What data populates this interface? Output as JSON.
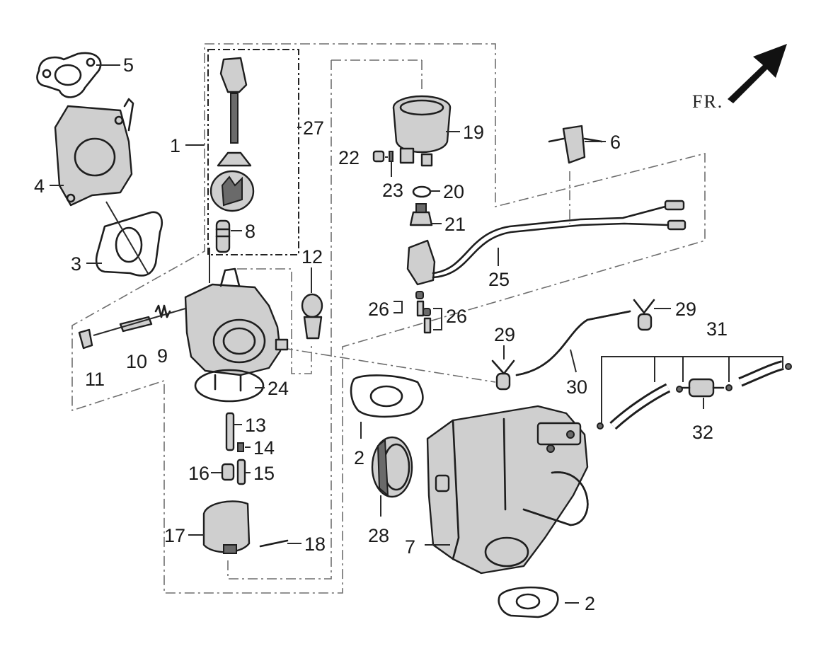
{
  "direction_label": "FR.",
  "callouts": {
    "c1": "1",
    "c2a": "2",
    "c2b": "2",
    "c3": "3",
    "c4": "4",
    "c5": "5",
    "c6": "6",
    "c7": "7",
    "c8": "8",
    "c9": "9",
    "c10": "10",
    "c11": "11",
    "c12": "12",
    "c13": "13",
    "c14": "14",
    "c15": "15",
    "c16": "16",
    "c17": "17",
    "c18": "18",
    "c19": "19",
    "c20": "20",
    "c21": "21",
    "c22": "22",
    "c23": "23",
    "c24": "24",
    "c25": "25",
    "c26a": "26",
    "c26b": "26",
    "c27": "27",
    "c28": "28",
    "c29a": "29",
    "c29b": "29",
    "c30": "30",
    "c31": "31",
    "c32": "32"
  }
}
